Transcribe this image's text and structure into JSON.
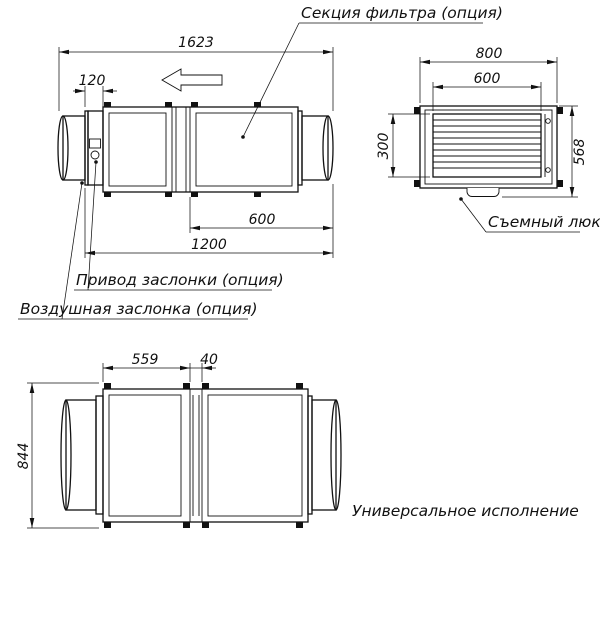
{
  "labels": {
    "filter_section": "Секция фильтра (опция)",
    "damper_actuator": "Привод заслонки (опция)",
    "air_damper": "Воздушная заслонка (опция)",
    "removable_hatch": "Съемный люк",
    "universal_design": "Универсальное исполнение"
  },
  "dimensions": {
    "side": {
      "overall": "1623",
      "damper": "120",
      "filter_section": "600",
      "body": "1200"
    },
    "end": {
      "width_overall": "800",
      "width_opening": "600",
      "depth_opening": "300",
      "depth_overall": "568"
    },
    "front": {
      "panel": "559",
      "joint": "40",
      "height_overall": "844"
    }
  },
  "colors": {
    "line": "#111111",
    "background": "#ffffff"
  }
}
